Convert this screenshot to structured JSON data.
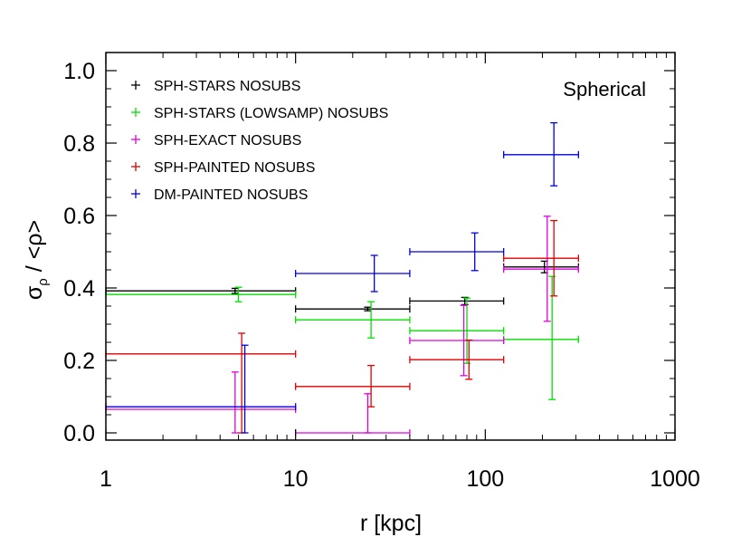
{
  "chart_data": {
    "type": "scatter",
    "title": "",
    "annotation": "Spherical",
    "xlabel": "r [kpc]",
    "ylabel_parts": [
      "σ",
      "ρ",
      " / <",
      "ρ",
      ">"
    ],
    "xscale": "log",
    "xlim": [
      1,
      1000
    ],
    "ylim": [
      -0.02,
      1.05
    ],
    "xticks": [
      1,
      10,
      100,
      1000
    ],
    "xtick_labels": [
      "1",
      "10",
      "100",
      "1000"
    ],
    "yticks": [
      0.0,
      0.2,
      0.4,
      0.6,
      0.8,
      1.0
    ],
    "ytick_labels": [
      "0.0",
      "0.2",
      "0.4",
      "0.6",
      "0.8",
      "1.0"
    ],
    "grid": false,
    "legend_position": "top-left",
    "series": [
      {
        "name": "SPH-STARS NOSUBS",
        "color": "#000000",
        "points": [
          {
            "x": 4.8,
            "y": 0.392,
            "xlo": 1,
            "xhi": 10,
            "ylo": 0.385,
            "yhi": 0.399
          },
          {
            "x": 24,
            "y": 0.342,
            "xlo": 10,
            "xhi": 40,
            "ylo": 0.337,
            "yhi": 0.347
          },
          {
            "x": 78,
            "y": 0.364,
            "xlo": 40,
            "xhi": 125,
            "ylo": 0.354,
            "yhi": 0.374
          },
          {
            "x": 205,
            "y": 0.458,
            "xlo": 125,
            "xhi": 310,
            "ylo": 0.442,
            "yhi": 0.474
          }
        ]
      },
      {
        "name": "SPH-STARS (LOWSAMP) NOSUBS",
        "color": "#00e000",
        "points": [
          {
            "x": 5,
            "y": 0.382,
            "xlo": 1,
            "xhi": 10,
            "ylo": 0.362,
            "yhi": 0.402
          },
          {
            "x": 25,
            "y": 0.312,
            "xlo": 10,
            "xhi": 40,
            "ylo": 0.262,
            "yhi": 0.362
          },
          {
            "x": 80,
            "y": 0.282,
            "xlo": 40,
            "xhi": 125,
            "ylo": 0.192,
            "yhi": 0.372
          },
          {
            "x": 225,
            "y": 0.258,
            "xlo": 125,
            "xhi": 310,
            "ylo": 0.092,
            "yhi": 0.432
          }
        ]
      },
      {
        "name": "SPH-EXACT NOSUBS",
        "color": "#e000e0",
        "points": [
          {
            "x": 4.8,
            "y": 0.065,
            "xlo": 1,
            "xhi": 10,
            "ylo": 0.0,
            "yhi": 0.168
          },
          {
            "x": 24,
            "y": 0.0,
            "xlo": 10,
            "xhi": 40,
            "ylo": 0.0,
            "yhi": 0.108
          },
          {
            "x": 77,
            "y": 0.255,
            "xlo": 40,
            "xhi": 125,
            "ylo": 0.158,
            "yhi": 0.352
          },
          {
            "x": 212,
            "y": 0.452,
            "xlo": 125,
            "xhi": 310,
            "ylo": 0.308,
            "yhi": 0.598
          }
        ]
      },
      {
        "name": "SPH-PAINTED NOSUBS",
        "color": "#e00000",
        "points": [
          {
            "x": 5.2,
            "y": 0.218,
            "xlo": 1,
            "xhi": 10,
            "ylo": 0.0,
            "yhi": 0.275
          },
          {
            "x": 25,
            "y": 0.128,
            "xlo": 10,
            "xhi": 40,
            "ylo": 0.072,
            "yhi": 0.186
          },
          {
            "x": 82,
            "y": 0.202,
            "xlo": 40,
            "xhi": 125,
            "ylo": 0.148,
            "yhi": 0.256
          },
          {
            "x": 230,
            "y": 0.482,
            "xlo": 125,
            "xhi": 310,
            "ylo": 0.378,
            "yhi": 0.586
          }
        ]
      },
      {
        "name": "DM-PAINTED NOSUBS",
        "color": "#0000e0",
        "points": [
          {
            "x": 5.4,
            "y": 0.072,
            "xlo": 1,
            "xhi": 10,
            "ylo": 0.0,
            "yhi": 0.242
          },
          {
            "x": 26,
            "y": 0.44,
            "xlo": 10,
            "xhi": 40,
            "ylo": 0.39,
            "yhi": 0.49
          },
          {
            "x": 88,
            "y": 0.5,
            "xlo": 40,
            "xhi": 125,
            "ylo": 0.448,
            "yhi": 0.552
          },
          {
            "x": 230,
            "y": 0.768,
            "xlo": 125,
            "xhi": 310,
            "ylo": 0.682,
            "yhi": 0.856
          }
        ]
      }
    ]
  }
}
